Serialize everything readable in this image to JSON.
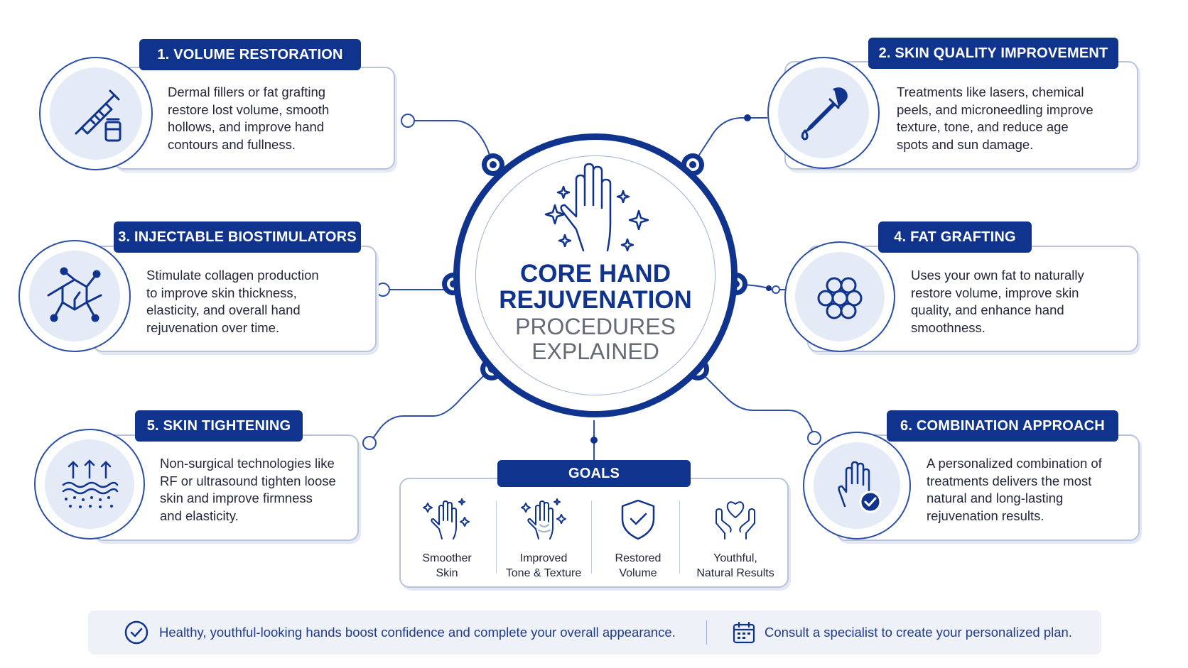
{
  "center": {
    "title_line1": "CORE HAND",
    "title_line2": "REJUVENATION",
    "subtitle_line1": "PROCEDURES",
    "subtitle_line2": "EXPLAINED"
  },
  "procedures": [
    {
      "title": "1. VOLUME RESTORATION",
      "lines": [
        "Dermal fillers or fat grafting",
        "restore lost volume, smooth",
        "hollows, and improve hand",
        "contours and fullness."
      ],
      "icon": "syringe-icon"
    },
    {
      "title": "2. SKIN QUALITY IMPROVEMENT",
      "lines": [
        "Treatments like lasers, chemical",
        "peels, and microneedling improve",
        "texture, tone, and reduce age",
        "spots and sun damage."
      ],
      "icon": "dropper-icon"
    },
    {
      "title": "3. INJECTABLE BIOSTIMULATORS",
      "lines": [
        "Stimulate collagen production",
        "to improve skin thickness,",
        "elasticity, and overall hand",
        "rejuvenation over time."
      ],
      "icon": "molecule-icon"
    },
    {
      "title": "4. FAT GRAFTING",
      "lines": [
        "Uses your own fat to naturally",
        "restore volume, improve skin",
        "quality, and enhance hand",
        "smoothness."
      ],
      "icon": "fat-cells-icon"
    },
    {
      "title": "5. SKIN TIGHTENING",
      "lines": [
        "Non-surgical technologies like",
        "RF or ultrasound tighten loose",
        "skin and improve firmness",
        "and elasticity."
      ],
      "icon": "tightening-waves-icon"
    },
    {
      "title": "6. COMBINATION APPROACH",
      "lines": [
        "A personalized combination of",
        "treatments delivers the most",
        "natural and long-lasting",
        "rejuvenation results."
      ],
      "icon": "hand-check-icon"
    }
  ],
  "goals": {
    "title": "GOALS",
    "items": [
      {
        "line1": "Smoother",
        "line2": "Skin",
        "icon": "sparkle-hand-icon"
      },
      {
        "line1": "Improved",
        "line2": "Tone & Texture",
        "icon": "sparkle-hand-icon"
      },
      {
        "line1": "Restored",
        "line2": "Volume",
        "icon": "shield-check-icon"
      },
      {
        "line1": "Youthful,",
        "line2": "Natural Results",
        "icon": "heart-hands-icon"
      }
    ]
  },
  "footer": {
    "left_text": "Healthy, youthful-looking hands boost confidence and complete your overall appearance.",
    "right_text": "Consult a specialist to create your personalized plan."
  },
  "colors": {
    "navy": "#10348e",
    "accent": "#2a4fa5",
    "light_fill": "#e4eaf6",
    "border": "#b9c3dc"
  }
}
